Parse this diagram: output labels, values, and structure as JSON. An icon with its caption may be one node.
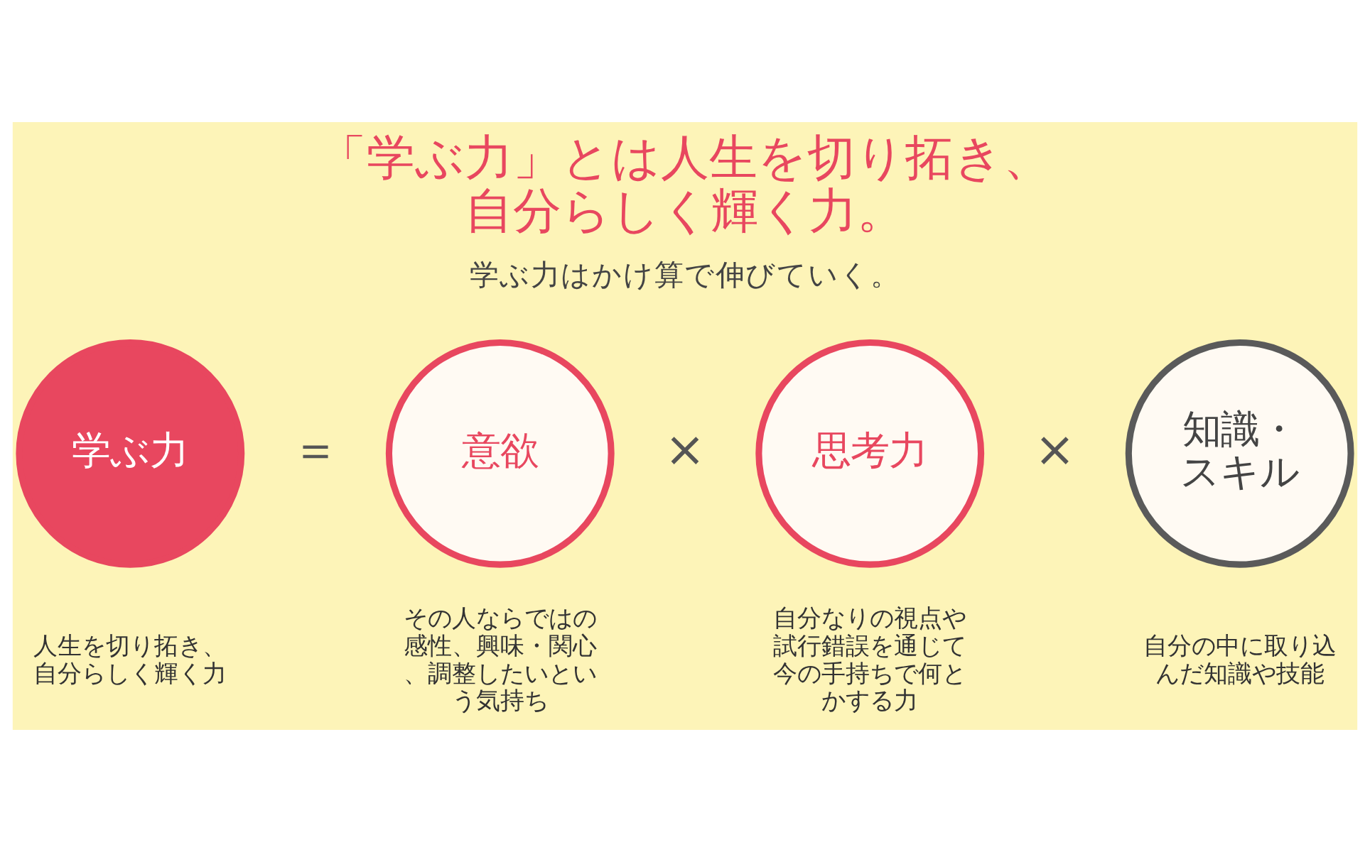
{
  "diagram": {
    "title": "「学ぶ力」とは人生を切り拓き、自分らしく輝く力。",
    "nodes": [
      {
        "text": [
          "学ぶ力"
        ],
        "beside": [
          "人生を切り拓き、自分らしく輝く力"
        ]
      },
      {
        "text": [
          "意欲"
        ],
        "beside": [
          "その人ならではの感性、興味・関心、調整したいという気持ち"
        ]
      },
      {
        "text": [
          "思考力"
        ],
        "beside": [
          "自分なりの視点や試行錯誤を通じて今の手持ちで何とかする力"
        ]
      },
      {
        "text": [
          "知識・スキル"
        ],
        "beside": [
          "自分の中に取り込んだ知識や技能"
        ]
      }
    ],
    "edges": [],
    "labels": [
      "学ぶ力はかけ算で伸びていく。",
      "＝",
      "×",
      "×"
    ]
  }
}
